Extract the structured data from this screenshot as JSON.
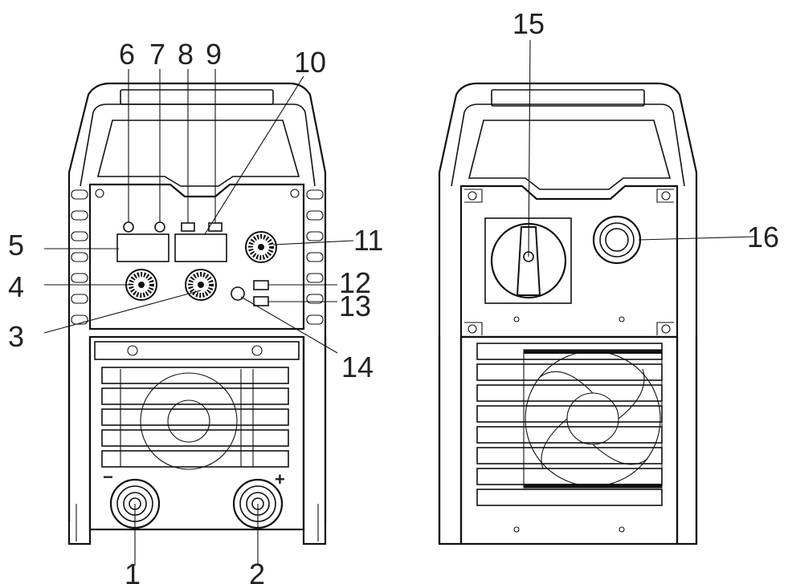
{
  "labels": [
    "1",
    "2",
    "3",
    "4",
    "5",
    "6",
    "7",
    "8",
    "9",
    "10",
    "11",
    "12",
    "13",
    "14",
    "15",
    "16"
  ],
  "terminals": {
    "negative": "−",
    "positive": "+"
  }
}
